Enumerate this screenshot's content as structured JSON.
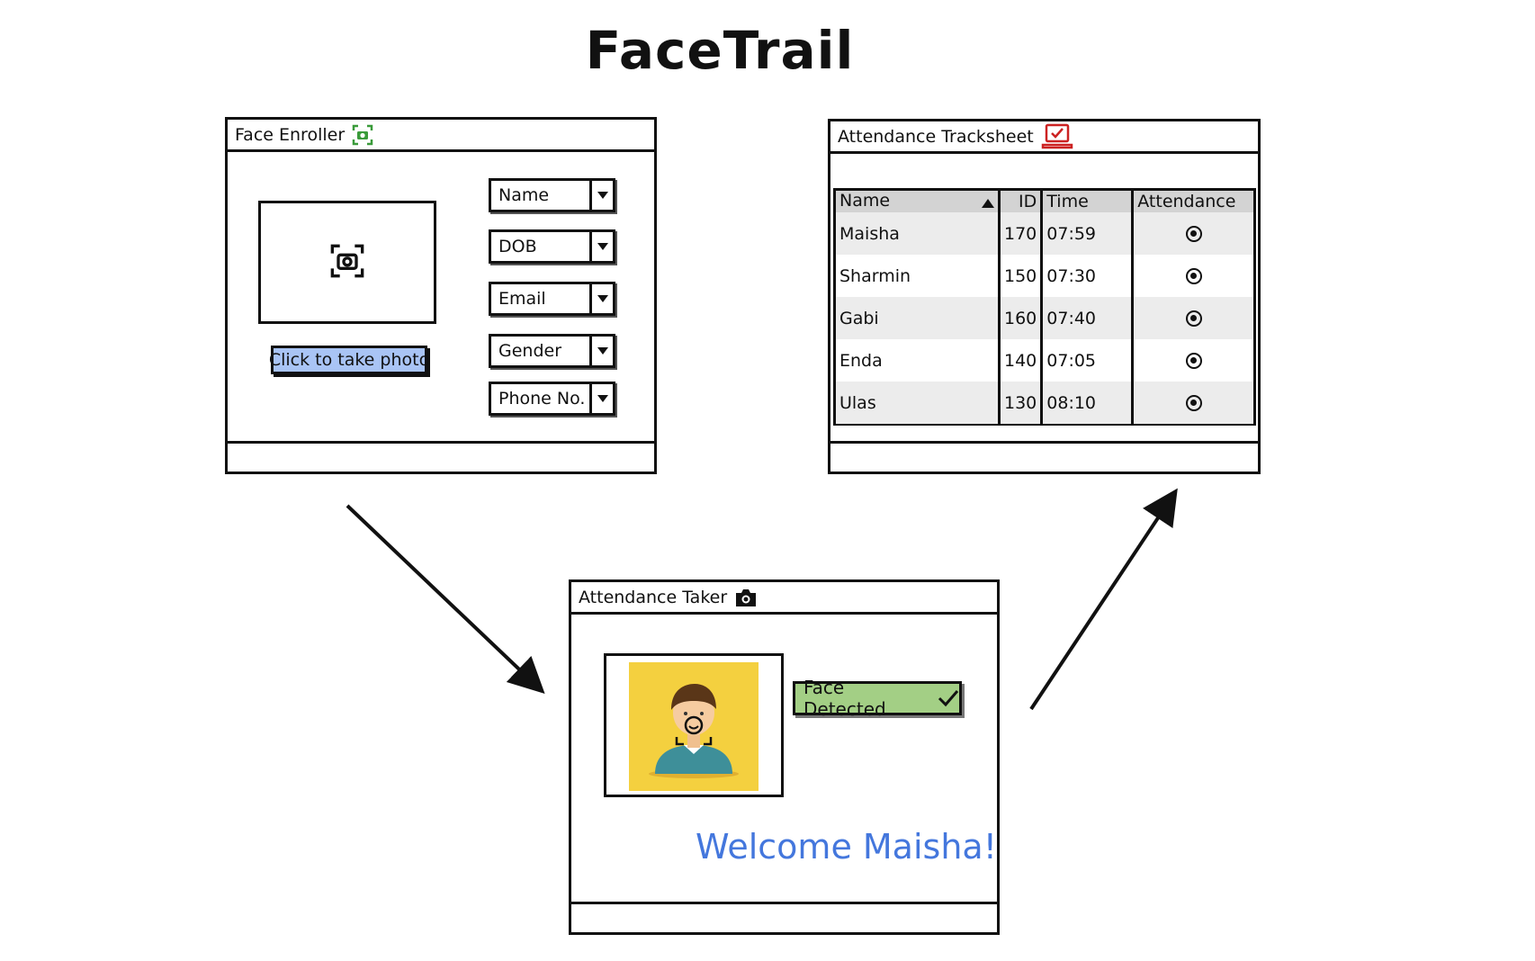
{
  "app_title": "FaceTrail",
  "enroller": {
    "title": "Face Enroller",
    "photo_button": "Click to take photo",
    "fields": [
      "Name",
      "DOB",
      "Email",
      "Gender",
      "Phone No."
    ]
  },
  "tracksheet": {
    "title": "Attendance Tracksheet",
    "columns": [
      "Name",
      "ID",
      "Time",
      "Attendance"
    ],
    "rows": [
      {
        "name": "Maisha",
        "id": "170",
        "time": "07:59"
      },
      {
        "name": "Sharmin",
        "id": "150",
        "time": "07:30"
      },
      {
        "name": "Gabi",
        "id": "160",
        "time": "07:40"
      },
      {
        "name": "Enda",
        "id": "140",
        "time": "07:05"
      },
      {
        "name": "Ulas",
        "id": "130",
        "time": "08:10"
      }
    ]
  },
  "taker": {
    "title": "Attendance Taker",
    "status": "Face Detected",
    "welcome": "Welcome Maisha!"
  },
  "colors": {
    "photo_button": "#a9c4f5",
    "status_badge": "#a3cf85",
    "welcome_text": "#4477dd",
    "enroller_icon": "#3a9b3a",
    "tracksheet_icon": "#cc2222",
    "avatar_bg": "#f4d03f"
  }
}
